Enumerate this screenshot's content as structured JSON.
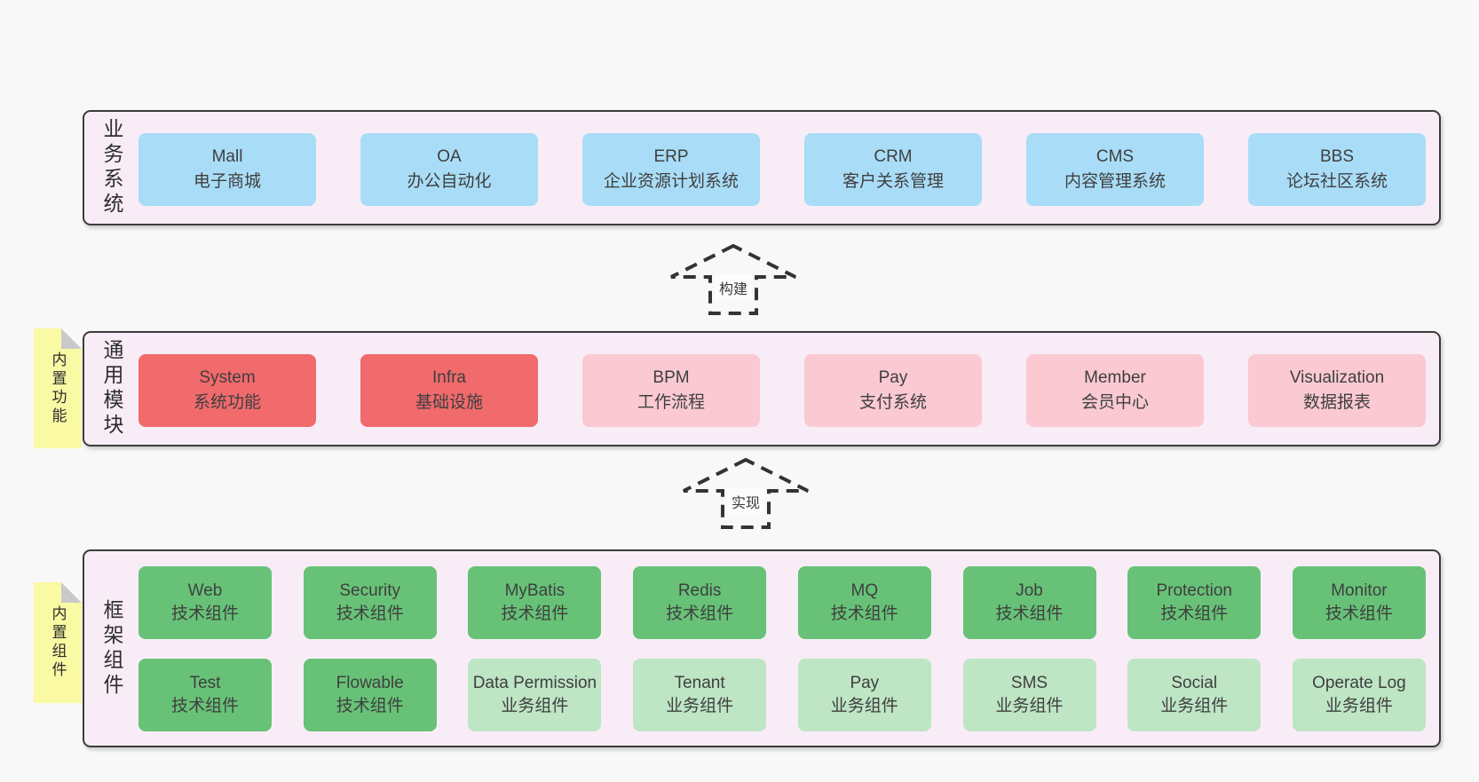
{
  "diagram": {
    "title": "architecture-diagram",
    "colors": {
      "page_bg": "#F8F8F8",
      "panel_bg": "#F8EDF6",
      "panel_border": "#3C3C3C",
      "blue": "#A9DDF7",
      "red": "#F16A6C",
      "pink": "#FAC9D2",
      "green": "#67C277",
      "green_light": "#BEE5C4",
      "note_yellow": "#FAF9A4",
      "fold_gray": "#C9C9CB"
    },
    "arrows": [
      {
        "label": "构建"
      },
      {
        "label": "实现"
      }
    ],
    "layers": [
      {
        "label": "业务系统",
        "boxes": [
          {
            "name": "Mall",
            "subtitle": "电子商城"
          },
          {
            "name": "OA",
            "subtitle": "办公自动化"
          },
          {
            "name": "ERP",
            "subtitle": "企业资源计划系统"
          },
          {
            "name": "CRM",
            "subtitle": "客户关系管理"
          },
          {
            "name": "CMS",
            "subtitle": "内容管理系统"
          },
          {
            "name": "BBS",
            "subtitle": "论坛社区系统"
          }
        ]
      },
      {
        "label": "通用模块",
        "note": "内置功能",
        "boxes": [
          {
            "name": "System",
            "subtitle": "系统功能"
          },
          {
            "name": "Infra",
            "subtitle": "基础设施"
          },
          {
            "name": "BPM",
            "subtitle": "工作流程"
          },
          {
            "name": "Pay",
            "subtitle": "支付系统"
          },
          {
            "name": "Member",
            "subtitle": "会员中心"
          },
          {
            "name": "Visualization",
            "subtitle": "数据报表"
          }
        ]
      },
      {
        "label": "框架组件",
        "note": "内置组件",
        "rows": [
          [
            {
              "name": "Web",
              "subtitle": "技术组件"
            },
            {
              "name": "Security",
              "subtitle": "技术组件"
            },
            {
              "name": "MyBatis",
              "subtitle": "技术组件"
            },
            {
              "name": "Redis",
              "subtitle": "技术组件"
            },
            {
              "name": "MQ",
              "subtitle": "技术组件"
            },
            {
              "name": "Job",
              "subtitle": "技术组件"
            },
            {
              "name": "Protection",
              "subtitle": "技术组件"
            },
            {
              "name": "Monitor",
              "subtitle": "技术组件"
            }
          ],
          [
            {
              "name": "Test",
              "subtitle": "技术组件"
            },
            {
              "name": "Flowable",
              "subtitle": "技术组件"
            },
            {
              "name": "Data Permission",
              "subtitle": "业务组件"
            },
            {
              "name": "Tenant",
              "subtitle": "业务组件"
            },
            {
              "name": "Pay",
              "subtitle": "业务组件"
            },
            {
              "name": "SMS",
              "subtitle": "业务组件"
            },
            {
              "name": "Social",
              "subtitle": "业务组件"
            },
            {
              "name": "Operate Log",
              "subtitle": "业务组件"
            }
          ]
        ]
      }
    ]
  }
}
